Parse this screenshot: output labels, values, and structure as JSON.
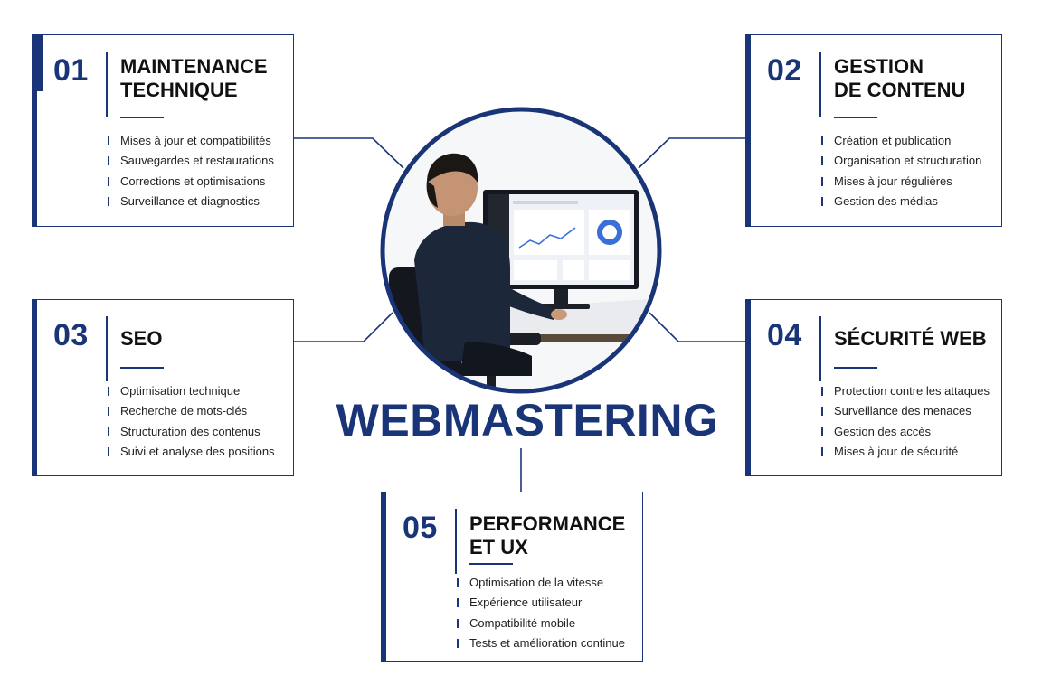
{
  "diagram": {
    "center_title": "WEBMASTERING",
    "cards": [
      {
        "number": "01",
        "title": "MAINTENANCE\nTECHNIQUE",
        "items": [
          "Mises à jour et compatibilités",
          "Sauvegardes et restaurations",
          "Corrections et optimisations",
          "Surveillance et diagnostics"
        ]
      },
      {
        "number": "02",
        "title": "GESTION\nDE CONTENU",
        "items": [
          "Création et publication",
          "Organisation et structuration",
          "Mises à jour régulières",
          "Gestion des médias"
        ]
      },
      {
        "number": "03",
        "title": "SEO",
        "items": [
          "Optimisation technique",
          "Recherche de mots-clés",
          "Structuration des contenus",
          "Suivi et analyse des positions"
        ]
      },
      {
        "number": "04",
        "title": "SÉCURITÉ WEB",
        "items": [
          "Protection contre les attaques",
          "Surveillance des menaces",
          "Gestion des accès",
          "Mises à jour de sécurité"
        ]
      },
      {
        "number": "05",
        "title": "PERFORMANCE\nET UX",
        "items": [
          "Optimisation de la vitesse",
          "Expérience utilisateur",
          "Compatibilité mobile",
          "Tests et amélioration continue"
        ]
      }
    ],
    "colors": {
      "accent": "#1a3478",
      "text": "#111111",
      "background": "#ffffff"
    },
    "illustration": "person-at-computer-illustration"
  }
}
